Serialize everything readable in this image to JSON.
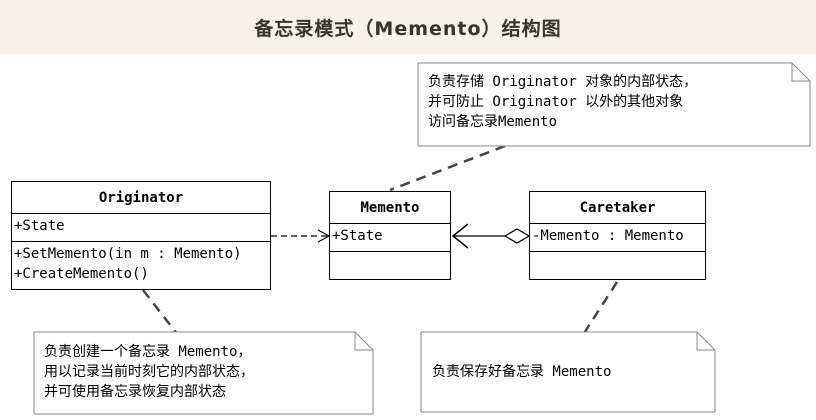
{
  "title": {
    "cn_prefix": "备忘录模式（",
    "en": "Memento",
    "cn_suffix": "）结构图"
  },
  "classes": {
    "originator": {
      "name": "Originator",
      "attributes": [
        "+State"
      ],
      "operations": [
        "+SetMemento(in m : Memento)",
        "+CreateMemento()"
      ]
    },
    "memento": {
      "name": "Memento",
      "attributes": [
        "+State"
      ],
      "operations": []
    },
    "caretaker": {
      "name": "Caretaker",
      "attributes": [
        "-Memento : Memento"
      ],
      "operations": []
    }
  },
  "notes": {
    "memento_note": [
      "负责存储 Originator 对象的内部状态，",
      "并可防止 Originator 以外的其他对象",
      "访问备忘录Memento"
    ],
    "originator_note": [
      "负责创建一个备忘录 Memento，",
      "用以记录当前时刻它的内部状态，",
      "并可使用备忘录恢复内部状态"
    ],
    "caretaker_note": [
      "负责保存好备忘录 Memento"
    ]
  }
}
